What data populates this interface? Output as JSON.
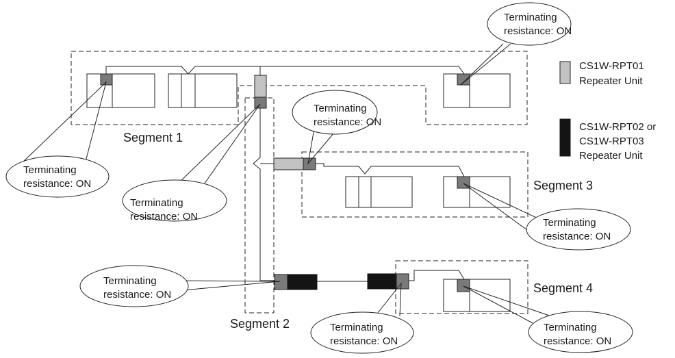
{
  "segments": {
    "segment_1": "Segment 1",
    "segment_2": "Segment 2",
    "segment_3": "Segment 3",
    "segment_4": "Segment 4"
  },
  "callout": {
    "line1": "Terminating",
    "line2": "resistance: ON",
    "top_single_line": "Terminating\nresistance: ON"
  },
  "legend": {
    "rpt01_line1": "CS1W-RPT01",
    "rpt01_line2": "Repeater Unit",
    "rpt02_line1": "CS1W-RPT02 or",
    "rpt02_line2": "CS1W-RPT03",
    "rpt02_line3": "Repeater Unit",
    "rpt01_color": "#c3c3c3",
    "rpt02_color": "#141414",
    "terminator_color": "#7a7a7a"
  }
}
